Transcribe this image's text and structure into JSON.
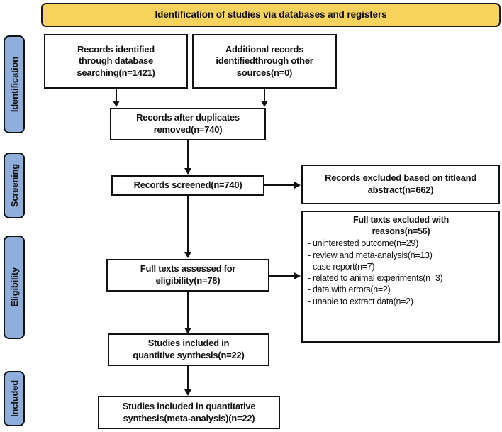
{
  "banner": {
    "title": "Identification of studies via databases and registers"
  },
  "stages": [
    {
      "label": "Identification"
    },
    {
      "label": "Screening"
    },
    {
      "label": "Eligibility"
    },
    {
      "label": "Included"
    }
  ],
  "boxes": {
    "records_identified": "Records identified\nthrough database\nsearching(n=1421)",
    "additional_records": "Additional records\nidentifiedthrough other\nsources(n=0)",
    "after_duplicates": "Records after duplicates\nremoved(n=740)",
    "records_screened": "Records screened(n=740)",
    "records_excluded": "Records excluded based on titleand\nabstract(n=662)",
    "full_texts_assessed": "Full texts assessed for\neligibility(n=78)",
    "studies_quantitive": "Studies included in\nquantitive synthesis(n=22)",
    "studies_meta": "Studies included in quantitative\nsynthesis(meta-analysis)(n=22)"
  },
  "exclusions": {
    "title": "Full texts excluded with\nreasons(n=56)",
    "items": [
      "- uninterested outcome(n=29)",
      "- review and meta-analysis(n=13)",
      "- case report(n=7)",
      "- related to animal experiments(n=3)",
      "- data with errors(n=2)",
      "- unable to extract data(n=2)"
    ]
  },
  "colors": {
    "banner_fill": "#F7D35E",
    "stage_fill": "#8FAEDC",
    "stroke": "#111111",
    "box_fill": "#FFFFFF"
  }
}
